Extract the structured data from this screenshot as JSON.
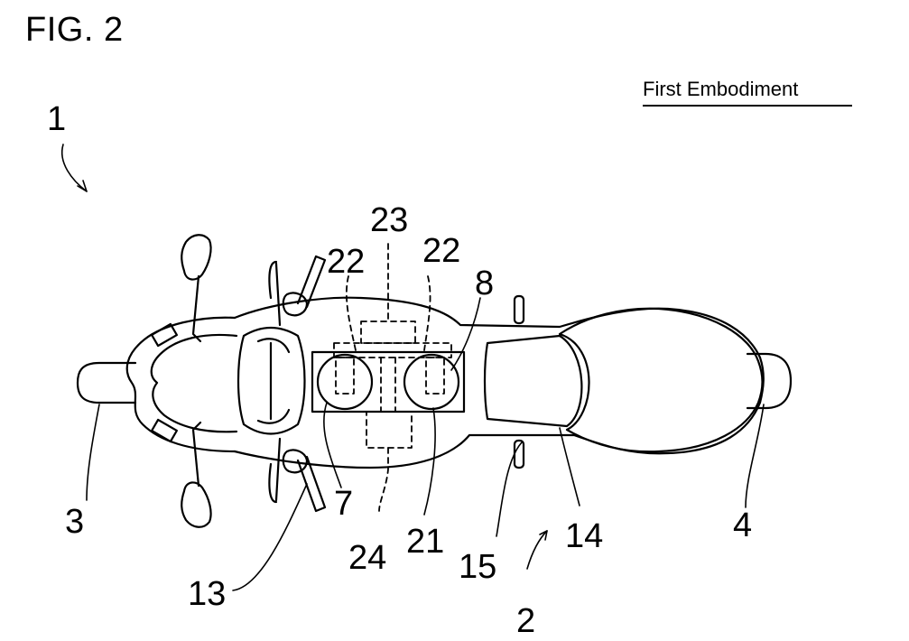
{
  "figure": {
    "title": "FIG. 2",
    "caption": "First Embodiment"
  },
  "reference_numerals": [
    {
      "id": "ref-1",
      "label": "1"
    },
    {
      "id": "ref-2",
      "label": "2"
    },
    {
      "id": "ref-3",
      "label": "3"
    },
    {
      "id": "ref-4",
      "label": "4"
    },
    {
      "id": "ref-7",
      "label": "7"
    },
    {
      "id": "ref-8",
      "label": "8"
    },
    {
      "id": "ref-13",
      "label": "13"
    },
    {
      "id": "ref-14",
      "label": "14"
    },
    {
      "id": "ref-15",
      "label": "15"
    },
    {
      "id": "ref-21",
      "label": "21"
    },
    {
      "id": "ref-22a",
      "label": "22"
    },
    {
      "id": "ref-22b",
      "label": "22"
    },
    {
      "id": "ref-23",
      "label": "23"
    },
    {
      "id": "ref-24",
      "label": "24"
    }
  ]
}
